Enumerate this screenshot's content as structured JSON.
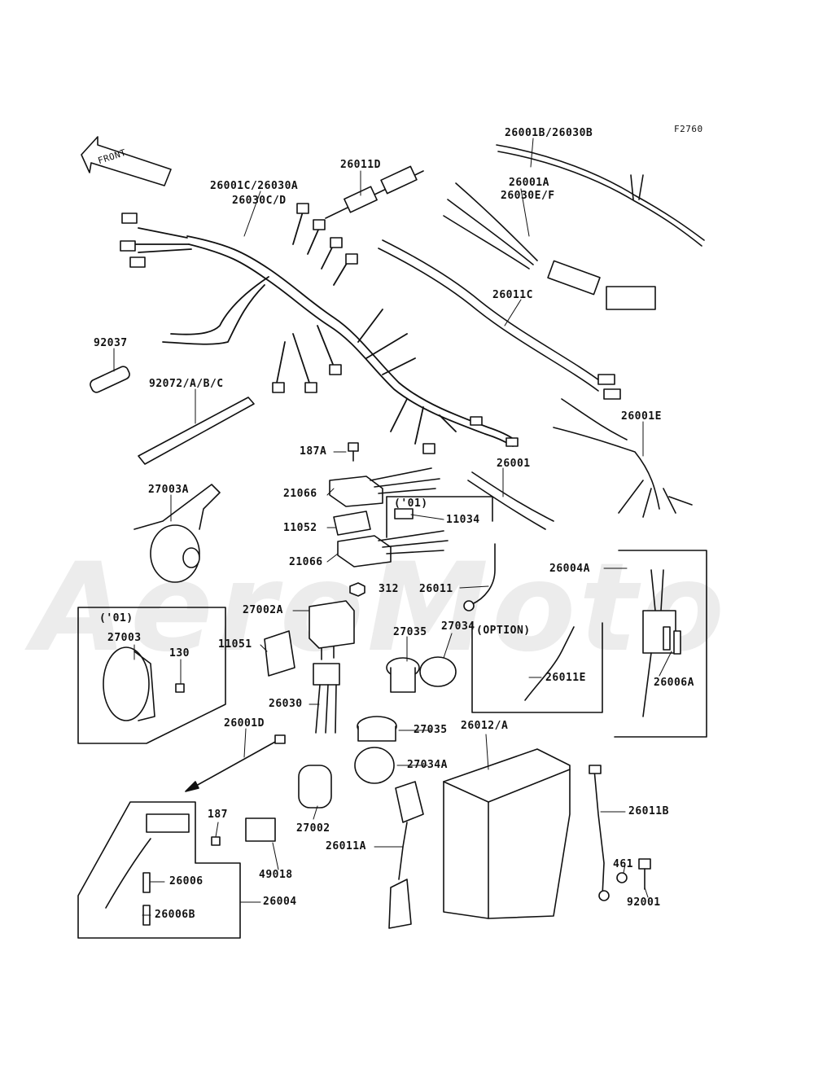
{
  "figure_code": "F2760",
  "front_label": "FRONT",
  "watermark": "AeroMoto",
  "labels": {
    "l_26001B": "26001B/26030B",
    "l_26011D": "26011D",
    "l_26001C": "26001C/26030A",
    "l_26030CD": "26030C/D",
    "l_26001A": "26001A",
    "l_26030EF": "26030E/F",
    "l_26011C": "26011C",
    "l_92037": "92037",
    "l_92072": "92072/A/B/C",
    "l_26001E": "26001E",
    "l_187A": "187A",
    "l_26001": "26001",
    "l_27003A": "27003A",
    "l_21066a": "21066",
    "l_01a": "('01)",
    "l_11034": "11034",
    "l_11052": "11052",
    "l_21066b": "21066",
    "l_26004A": "26004A",
    "l_312": "312",
    "l_26011": "26011",
    "l_01b": "('01)",
    "l_27002A": "27002A",
    "l_27003": "27003",
    "l_130": "130",
    "l_27035a": "27035",
    "l_27034": "27034",
    "l_option": "(OPTION)",
    "l_11051": "11051",
    "l_26011E": "26011E",
    "l_26006A": "26006A",
    "l_26030": "26030",
    "l_26001D": "26001D",
    "l_27035b": "27035",
    "l_26012": "26012/A",
    "l_27034A": "27034A",
    "l_26011B": "26011B",
    "l_187": "187",
    "l_27002": "27002",
    "l_26011A": "26011A",
    "l_461": "461",
    "l_49018": "49018",
    "l_26006": "26006",
    "l_92001": "92001",
    "l_26004": "26004",
    "l_26006B": "26006B"
  }
}
